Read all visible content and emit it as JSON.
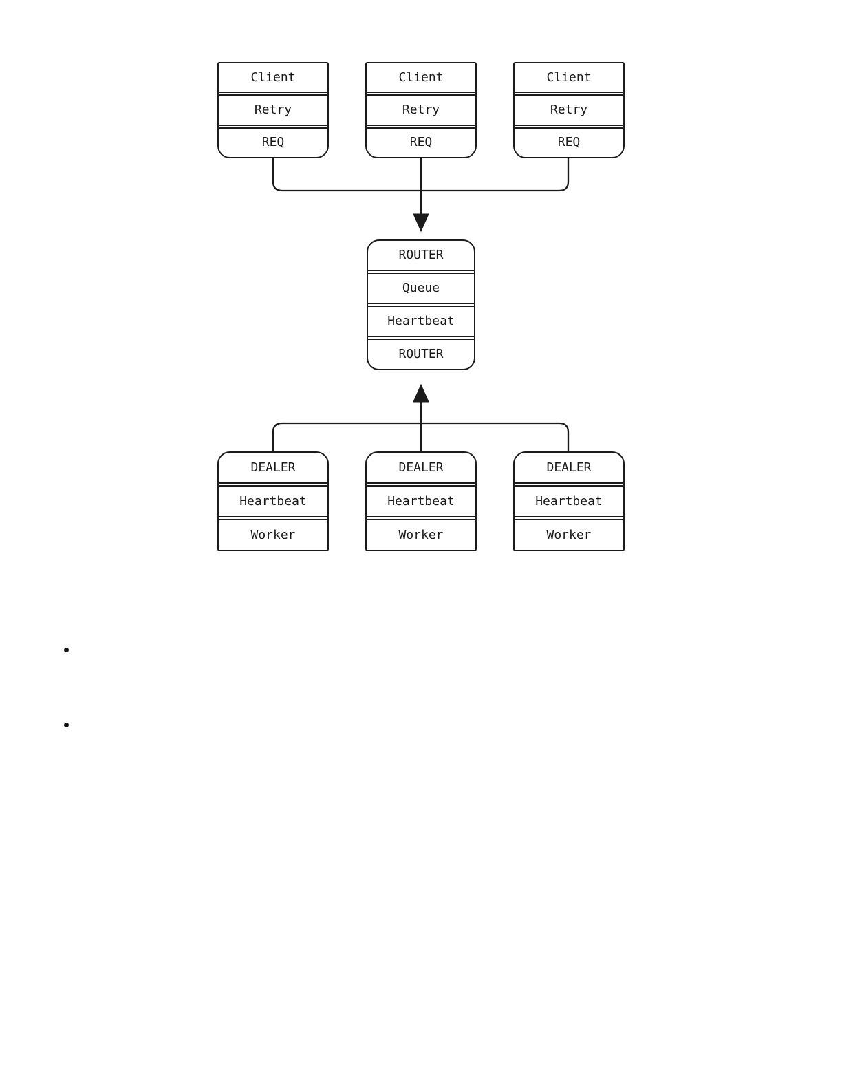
{
  "diagram": {
    "clients": [
      {
        "rows": [
          "Client",
          "Retry",
          "REQ"
        ]
      },
      {
        "rows": [
          "Client",
          "Retry",
          "REQ"
        ]
      },
      {
        "rows": [
          "Client",
          "Retry",
          "REQ"
        ]
      }
    ],
    "broker": {
      "rows": [
        "ROUTER",
        "Queue",
        "Heartbeat",
        "ROUTER"
      ]
    },
    "workers": [
      {
        "rows": [
          "DEALER",
          "Heartbeat",
          "Worker"
        ]
      },
      {
        "rows": [
          "DEALER",
          "Heartbeat",
          "Worker"
        ]
      },
      {
        "rows": [
          "DEALER",
          "Heartbeat",
          "Worker"
        ]
      }
    ],
    "colors": {
      "line": "#1b1b1b",
      "node_fill": "#ffffff",
      "page_background": "#ffffff"
    },
    "connections": [
      "clients-to-broker-down-arrow",
      "workers-to-broker-up-arrow"
    ]
  },
  "list": {
    "items": [
      "",
      ""
    ]
  }
}
